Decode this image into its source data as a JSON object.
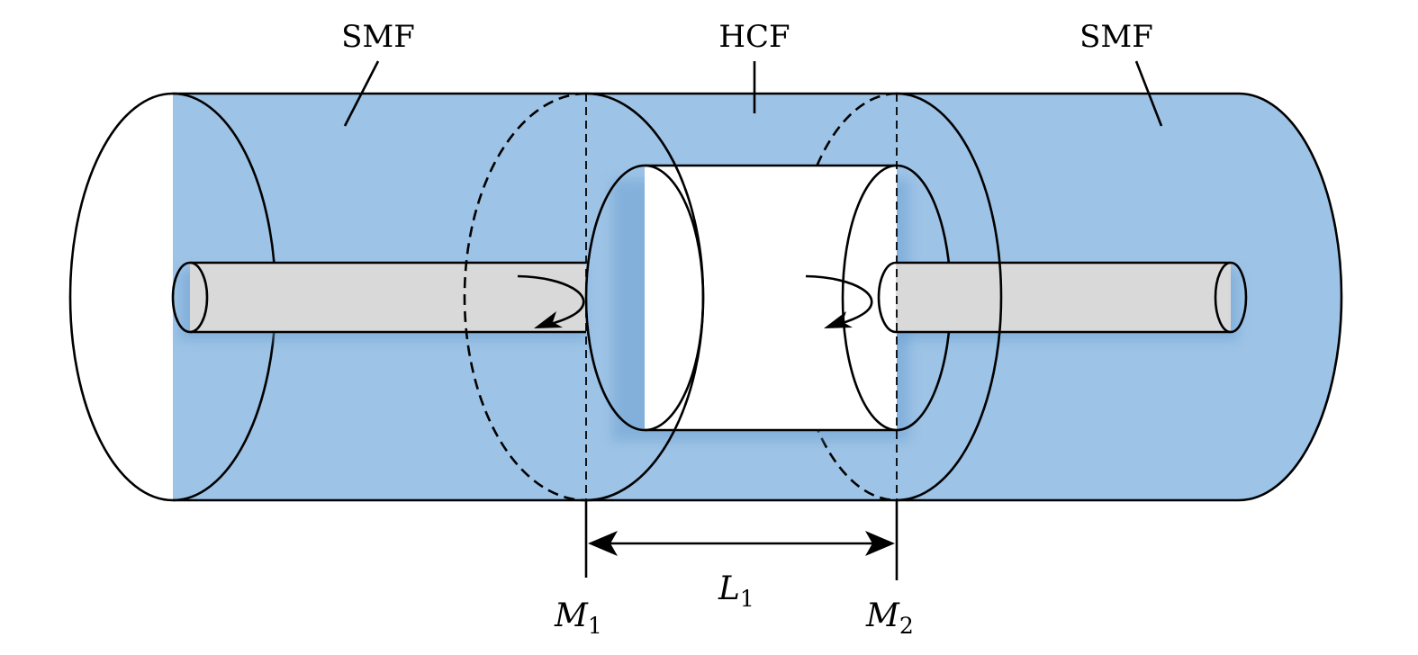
{
  "labels": {
    "smf_left": "SMF",
    "hcf": "HCF",
    "smf_right": "SMF",
    "length": {
      "base": "L",
      "sub": "1"
    },
    "mirror_1": {
      "base": "M",
      "sub": "1"
    },
    "mirror_2": {
      "base": "M",
      "sub": "2"
    }
  },
  "colors": {
    "cladding": "#9dc3e6",
    "core": "#d9d9d9",
    "hollow_core": "#ffffff",
    "stroke": "#000000"
  }
}
